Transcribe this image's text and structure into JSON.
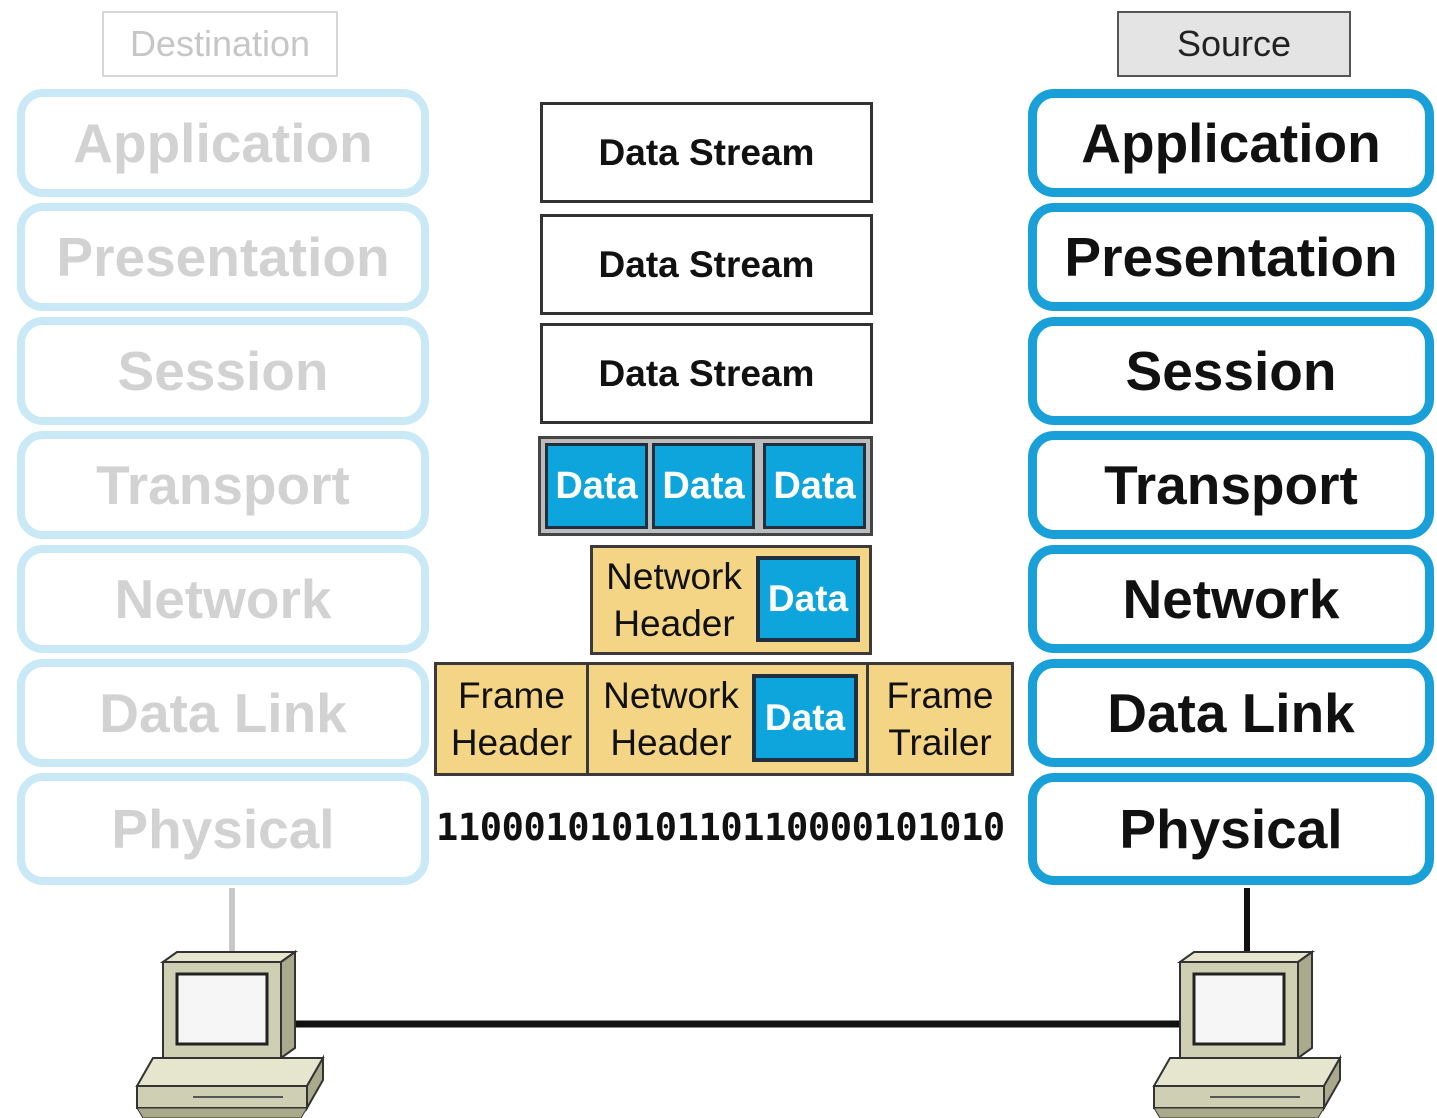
{
  "destination": {
    "tag": "Destination",
    "layers": [
      "Application",
      "Presentation",
      "Session",
      "Transport",
      "Network",
      "Data Link",
      "Physical"
    ]
  },
  "source": {
    "tag": "Source",
    "layers": [
      "Application",
      "Presentation",
      "Session",
      "Transport",
      "Network",
      "Data Link",
      "Physical"
    ]
  },
  "encapsulation": {
    "streams": [
      "Data Stream",
      "Data Stream",
      "Data Stream"
    ],
    "segments": [
      "Data",
      "Data",
      "Data"
    ],
    "packet": {
      "header": [
        "Network",
        "Header"
      ],
      "data": "Data"
    },
    "frame": {
      "header": [
        "Frame",
        "Header"
      ],
      "network_header": [
        "Network",
        "Header"
      ],
      "data": "Data",
      "trailer": [
        "Frame",
        "Trailer"
      ]
    },
    "bits": "11000101010110110000101010"
  },
  "colors": {
    "source_layer_border": "#1aa0d8",
    "destination_layer_border": "#c9e9f7",
    "data_blue": "#0ea5dc",
    "header_tan": "#f3d585"
  }
}
